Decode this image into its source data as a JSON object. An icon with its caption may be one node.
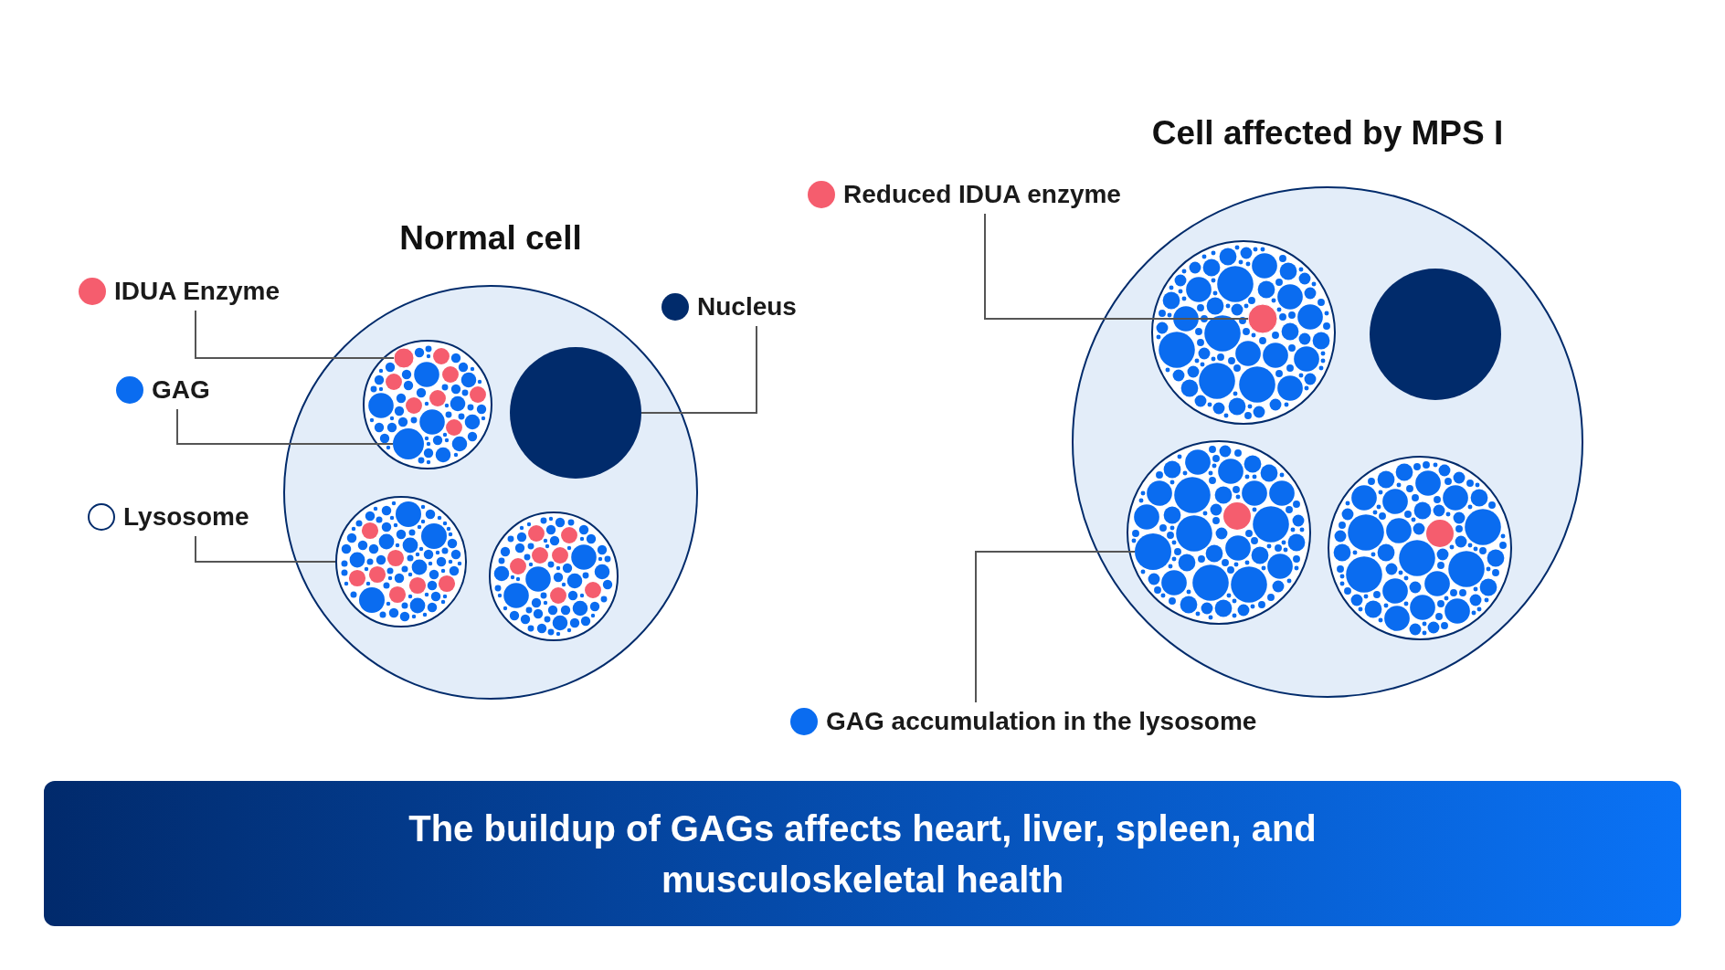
{
  "diagram": {
    "caption": "The buildup of GAGs affects heart, liver, spleen, and musculoskeletal health",
    "nodes": [
      {
        "text": [
          "Normal cell"
        ]
      },
      {
        "text": [],
        "shape": "circle",
        "in": 0
      },
      {
        "text": [],
        "shape": "circle",
        "in": 0
      },
      {
        "text": [],
        "shape": "circle",
        "in": 0
      },
      {
        "text": [],
        "shape": "circle",
        "in": 0
      },
      {
        "text": [
          "IDUA Enzyme"
        ]
      },
      {
        "text": [],
        "shape": "circle",
        "in": 1
      },
      {
        "text": [
          "GAG"
        ]
      },
      {
        "text": [],
        "shape": "circle",
        "in": 1
      },
      {
        "text": [
          "Lysosome"
        ]
      },
      {
        "text": [
          "Nucleus"
        ]
      },
      {
        "text": [
          "Cell affected by MPS I"
        ]
      },
      {
        "text": [],
        "shape": "circle",
        "in": 11
      },
      {
        "text": [],
        "shape": "circle",
        "in": 11
      },
      {
        "text": [],
        "shape": "circle",
        "in": 11
      },
      {
        "text": [],
        "shape": "circle",
        "in": 11
      },
      {
        "text": [],
        "shape": "circle",
        "in": 12
      },
      {
        "text": [
          "Reduced IDUA enzyme"
        ]
      },
      {
        "text": [],
        "shape": "circle",
        "in": 14
      },
      {
        "text": [
          "GAG accumulation in the lysosome"
        ]
      }
    ],
    "edges": [
      {
        "from": 5,
        "to": 6,
        "arrow": "none"
      },
      {
        "from": 7,
        "to": 8,
        "arrow": "none"
      },
      {
        "from": 9,
        "to": 3,
        "arrow": "none"
      },
      {
        "from": 10,
        "to": 2,
        "arrow": "none"
      },
      {
        "from": 17,
        "to": 16,
        "arrow": "none"
      },
      {
        "from": 19,
        "to": 18,
        "arrow": "none"
      }
    ]
  }
}
